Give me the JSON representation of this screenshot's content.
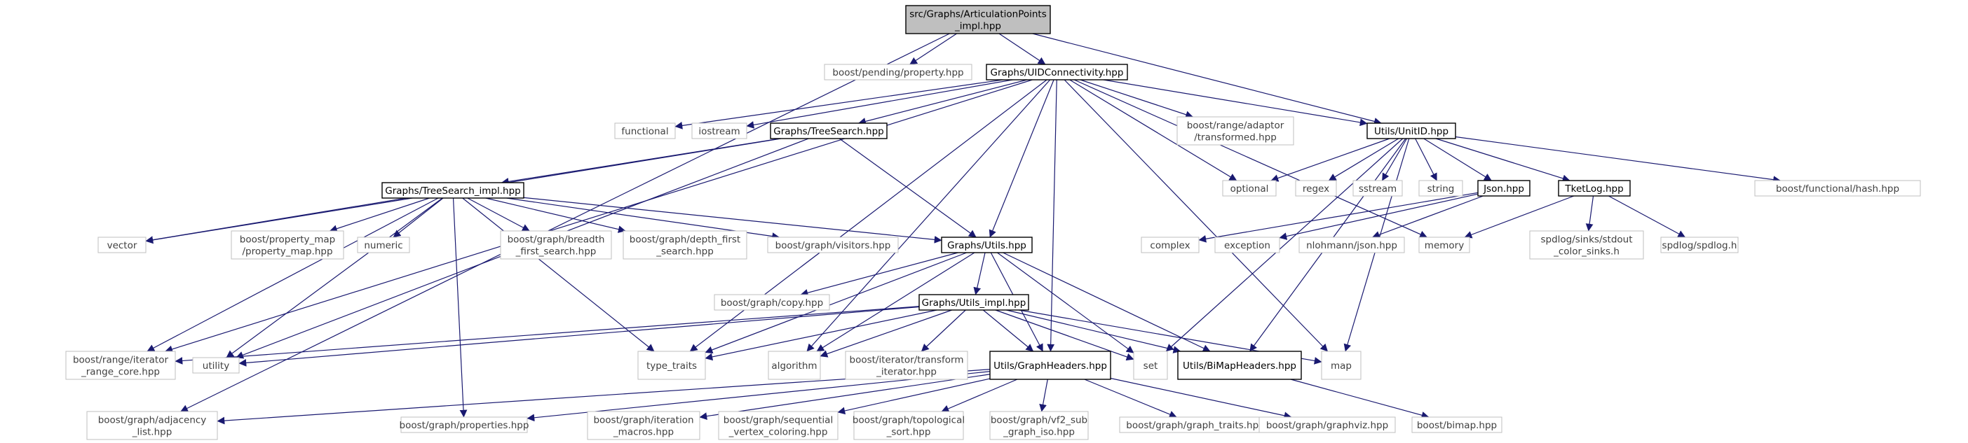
{
  "colors": {
    "edge": "#191970",
    "root_fill": "#bfbfbf",
    "box_fill": "#ffffff",
    "box_border": "#000000",
    "ext_border": "#bfbfbf",
    "text": "#000000",
    "ext_text": "#3f3f3f"
  },
  "nodes": [
    {
      "id": "root",
      "lines": [
        "src/Graphs/ArticulationPoints",
        "_impl.hpp"
      ],
      "kind": "root"
    },
    {
      "id": "pending_property",
      "lines": [
        "boost/pending/property.hpp"
      ],
      "kind": "ext"
    },
    {
      "id": "uidconn",
      "lines": [
        "Graphs/UIDConnectivity.hpp"
      ],
      "kind": "local"
    },
    {
      "id": "unitid",
      "lines": [
        "Utils/UnitID.hpp"
      ],
      "kind": "local"
    },
    {
      "id": "adjacency_list",
      "lines": [
        "boost/graph/adjacency",
        "_list.hpp"
      ],
      "kind": "ext"
    },
    {
      "id": "functional",
      "lines": [
        "functional"
      ],
      "kind": "ext"
    },
    {
      "id": "iostream",
      "lines": [
        "iostream"
      ],
      "kind": "ext"
    },
    {
      "id": "treesearch",
      "lines": [
        "Graphs/TreeSearch.hpp"
      ],
      "kind": "local"
    },
    {
      "id": "adaptor_transformed",
      "lines": [
        "boost/range/adaptor",
        "/transformed.hpp"
      ],
      "kind": "ext"
    },
    {
      "id": "optional",
      "lines": [
        "optional"
      ],
      "kind": "ext"
    },
    {
      "id": "regex",
      "lines": [
        "regex"
      ],
      "kind": "ext"
    },
    {
      "id": "sstream",
      "lines": [
        "sstream"
      ],
      "kind": "ext"
    },
    {
      "id": "string",
      "lines": [
        "string"
      ],
      "kind": "ext"
    },
    {
      "id": "json",
      "lines": [
        "Json.hpp"
      ],
      "kind": "local"
    },
    {
      "id": "tketlog",
      "lines": [
        "TketLog.hpp"
      ],
      "kind": "local"
    },
    {
      "id": "functional_hash",
      "lines": [
        "boost/functional/hash.hpp"
      ],
      "kind": "ext"
    },
    {
      "id": "treesearch_impl",
      "lines": [
        "Graphs/TreeSearch_impl.hpp"
      ],
      "kind": "local"
    },
    {
      "id": "vector",
      "lines": [
        "vector"
      ],
      "kind": "ext"
    },
    {
      "id": "property_map",
      "lines": [
        "boost/property_map",
        "/property_map.hpp"
      ],
      "kind": "ext"
    },
    {
      "id": "numeric",
      "lines": [
        "numeric"
      ],
      "kind": "ext"
    },
    {
      "id": "bfs",
      "lines": [
        "boost/graph/breadth",
        "_first_search.hpp"
      ],
      "kind": "ext"
    },
    {
      "id": "dfs",
      "lines": [
        "boost/graph/depth_first",
        "_search.hpp"
      ],
      "kind": "ext"
    },
    {
      "id": "visitors",
      "lines": [
        "boost/graph/visitors.hpp"
      ],
      "kind": "ext"
    },
    {
      "id": "graphs_utils",
      "lines": [
        "Graphs/Utils.hpp"
      ],
      "kind": "local"
    },
    {
      "id": "complex",
      "lines": [
        "complex"
      ],
      "kind": "ext"
    },
    {
      "id": "exception",
      "lines": [
        "exception"
      ],
      "kind": "ext"
    },
    {
      "id": "nlohmann",
      "lines": [
        "nlohmann/json.hpp"
      ],
      "kind": "ext"
    },
    {
      "id": "memory",
      "lines": [
        "memory"
      ],
      "kind": "ext"
    },
    {
      "id": "spdlog_sinks",
      "lines": [
        "spdlog/sinks/stdout",
        "_color_sinks.h"
      ],
      "kind": "ext"
    },
    {
      "id": "spdlog",
      "lines": [
        "spdlog/spdlog.h"
      ],
      "kind": "ext"
    },
    {
      "id": "copy",
      "lines": [
        "boost/graph/copy.hpp"
      ],
      "kind": "ext"
    },
    {
      "id": "graphs_utils_impl",
      "lines": [
        "Graphs/Utils_impl.hpp"
      ],
      "kind": "local"
    },
    {
      "id": "iterator_range_core",
      "lines": [
        "boost/range/iterator",
        "_range_core.hpp"
      ],
      "kind": "ext"
    },
    {
      "id": "utility",
      "lines": [
        "utility"
      ],
      "kind": "ext"
    },
    {
      "id": "type_traits",
      "lines": [
        "type_traits"
      ],
      "kind": "ext"
    },
    {
      "id": "algorithm",
      "lines": [
        "algorithm"
      ],
      "kind": "ext"
    },
    {
      "id": "transform_iterator",
      "lines": [
        "boost/iterator/transform",
        "_iterator.hpp"
      ],
      "kind": "ext"
    },
    {
      "id": "graphheaders",
      "lines": [
        "Utils/GraphHeaders.hpp"
      ],
      "kind": "local"
    },
    {
      "id": "set",
      "lines": [
        "set"
      ],
      "kind": "ext"
    },
    {
      "id": "bimapheaders",
      "lines": [
        "Utils/BiMapHeaders.hpp"
      ],
      "kind": "local"
    },
    {
      "id": "map",
      "lines": [
        "map"
      ],
      "kind": "ext"
    },
    {
      "id": "properties",
      "lines": [
        "boost/graph/properties.hpp"
      ],
      "kind": "ext"
    },
    {
      "id": "iteration_macros",
      "lines": [
        "boost/graph/iteration",
        "_macros.hpp"
      ],
      "kind": "ext"
    },
    {
      "id": "seq_vertex_coloring",
      "lines": [
        "boost/graph/sequential",
        "_vertex_coloring.hpp"
      ],
      "kind": "ext"
    },
    {
      "id": "topological_sort",
      "lines": [
        "boost/graph/topological",
        "_sort.hpp"
      ],
      "kind": "ext"
    },
    {
      "id": "vf2",
      "lines": [
        "boost/graph/vf2_sub",
        "_graph_iso.hpp"
      ],
      "kind": "ext"
    },
    {
      "id": "graph_traits",
      "lines": [
        "boost/graph/graph_traits.hpp"
      ],
      "kind": "ext"
    },
    {
      "id": "graphviz",
      "lines": [
        "boost/graph/graphviz.hpp"
      ],
      "kind": "ext"
    },
    {
      "id": "bimap",
      "lines": [
        "boost/bimap.hpp"
      ],
      "kind": "ext"
    }
  ],
  "edges": [
    [
      "root",
      "pending_property"
    ],
    [
      "root",
      "uidconn"
    ],
    [
      "root",
      "unitid"
    ],
    [
      "root",
      "adjacency_list"
    ],
    [
      "uidconn",
      "functional"
    ],
    [
      "uidconn",
      "iostream"
    ],
    [
      "uidconn",
      "treesearch"
    ],
    [
      "uidconn",
      "adaptor_transformed"
    ],
    [
      "uidconn",
      "optional"
    ],
    [
      "uidconn",
      "unitid"
    ],
    [
      "uidconn",
      "iterator_range_core"
    ],
    [
      "uidconn",
      "graphs_utils"
    ],
    [
      "uidconn",
      "type_traits"
    ],
    [
      "uidconn",
      "algorithm"
    ],
    [
      "uidconn",
      "graphheaders"
    ],
    [
      "uidconn",
      "map"
    ],
    [
      "uidconn",
      "memory"
    ],
    [
      "treesearch",
      "treesearch_impl"
    ],
    [
      "treesearch",
      "vector"
    ],
    [
      "treesearch",
      "graphs_utils"
    ],
    [
      "treesearch",
      "utility"
    ],
    [
      "treesearch_impl",
      "vector"
    ],
    [
      "treesearch_impl",
      "property_map"
    ],
    [
      "treesearch_impl",
      "numeric"
    ],
    [
      "treesearch_impl",
      "bfs"
    ],
    [
      "treesearch_impl",
      "dfs"
    ],
    [
      "treesearch_impl",
      "visitors"
    ],
    [
      "treesearch_impl",
      "graphs_utils"
    ],
    [
      "treesearch_impl",
      "iterator_range_core"
    ],
    [
      "treesearch_impl",
      "utility"
    ],
    [
      "treesearch_impl",
      "type_traits"
    ],
    [
      "treesearch_impl",
      "properties"
    ],
    [
      "unitid",
      "optional"
    ],
    [
      "unitid",
      "regex"
    ],
    [
      "unitid",
      "sstream"
    ],
    [
      "unitid",
      "string"
    ],
    [
      "unitid",
      "json"
    ],
    [
      "unitid",
      "tketlog"
    ],
    [
      "unitid",
      "functional_hash"
    ],
    [
      "unitid",
      "set"
    ],
    [
      "unitid",
      "bimapheaders"
    ],
    [
      "unitid",
      "map"
    ],
    [
      "json",
      "complex"
    ],
    [
      "json",
      "exception"
    ],
    [
      "json",
      "nlohmann"
    ],
    [
      "tketlog",
      "memory"
    ],
    [
      "tketlog",
      "spdlog_sinks"
    ],
    [
      "tketlog",
      "spdlog"
    ],
    [
      "graphs_utils",
      "copy"
    ],
    [
      "graphs_utils",
      "graphs_utils_impl"
    ],
    [
      "graphs_utils",
      "type_traits"
    ],
    [
      "graphs_utils",
      "algorithm"
    ],
    [
      "graphs_utils",
      "set"
    ],
    [
      "graphs_utils",
      "graphheaders"
    ],
    [
      "graphs_utils",
      "bimapheaders"
    ],
    [
      "graphs_utils_impl",
      "iterator_range_core"
    ],
    [
      "graphs_utils_impl",
      "utility"
    ],
    [
      "graphs_utils_impl",
      "type_traits"
    ],
    [
      "graphs_utils_impl",
      "algorithm"
    ],
    [
      "graphs_utils_impl",
      "transform_iterator"
    ],
    [
      "graphs_utils_impl",
      "graphheaders"
    ],
    [
      "graphs_utils_impl",
      "set"
    ],
    [
      "graphs_utils_impl",
      "bimapheaders"
    ],
    [
      "graphs_utils_impl",
      "map"
    ],
    [
      "graphheaders",
      "adjacency_list"
    ],
    [
      "graphheaders",
      "properties"
    ],
    [
      "graphheaders",
      "iteration_macros"
    ],
    [
      "graphheaders",
      "seq_vertex_coloring"
    ],
    [
      "graphheaders",
      "topological_sort"
    ],
    [
      "graphheaders",
      "vf2"
    ],
    [
      "graphheaders",
      "graph_traits"
    ],
    [
      "graphheaders",
      "graphviz"
    ],
    [
      "bimapheaders",
      "bimap"
    ]
  ]
}
